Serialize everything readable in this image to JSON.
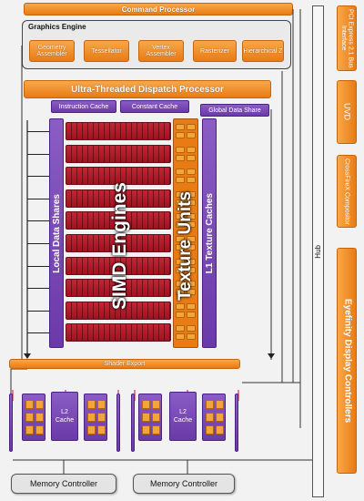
{
  "command_processor": "Command Processor",
  "graphics_engine": {
    "title": "Graphics Engine",
    "units": [
      "Geometry Assembler",
      "Tessellator",
      "Vertex Assembler",
      "Rasterizer",
      "Hierarchical Z"
    ]
  },
  "dispatch": "Ultra-Threaded Dispatch Processor",
  "instruction_cache": "Instruction Cache",
  "constant_cache": "Constant Cache",
  "global_data_share": "Global Data Share",
  "local_data_shares": "Local Data Shares",
  "simd_engines": "SIMD Engines",
  "texture_units": "Texture Units",
  "l1_texture_caches": "L1 Texture Caches",
  "shader_export": "Shader Export",
  "l2_cache": "L2\nCache",
  "memory_controller": "Memory Controller",
  "hub": "Hub",
  "side_blocks": [
    "PCI Express 2.1 Bus Interface",
    "UVD",
    "CrossFireX Compositor",
    "Eyefinity Display Controllers"
  ],
  "colors": {
    "orange": "#e97b14",
    "purple": "#6a3aa8",
    "red": "#b01828",
    "gray": "#e4e4e4"
  }
}
